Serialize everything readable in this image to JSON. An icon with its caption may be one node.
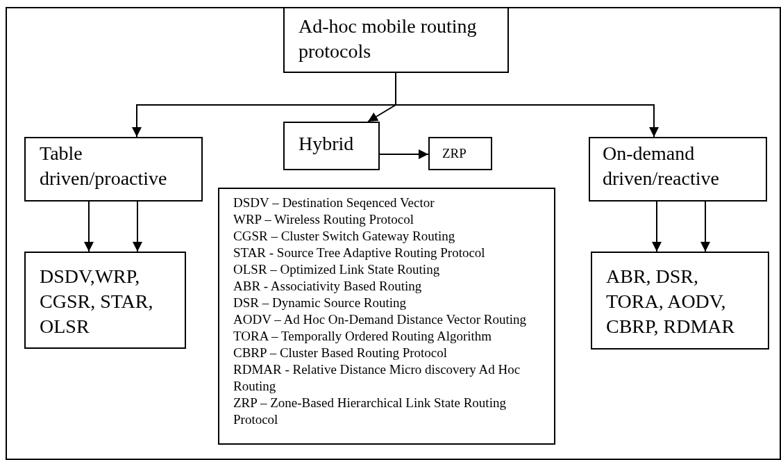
{
  "diagram": {
    "nodes": [
      {
        "text": [
          "Ad-hoc mobile routing protocols"
        ]
      },
      {
        "text": [
          "Table driven/proactive"
        ]
      },
      {
        "text": [
          "Hybrid"
        ]
      },
      {
        "text": [
          "ZRP"
        ]
      },
      {
        "text": [
          "On-demand driven/reactive"
        ]
      },
      {
        "text": [
          "DSDV,WRP, CGSR, STAR, OLSR"
        ]
      },
      {
        "text": [
          "ABR, DSR, TORA, AODV, CBRP, RDMAR"
        ]
      },
      {
        "text": [
          "DSDV – Destination Seqenced Vector",
          "WRP – Wireless Routing Protocol",
          "CGSR – Cluster Switch Gateway Routing",
          "STAR - Source Tree Adaptive Routing Protocol",
          "OLSR – Optimized Link State Routing",
          "ABR - Associativity Based Routing",
          "DSR – Dynamic Source Routing",
          "AODV – Ad Hoc On-Demand Distance Vector Routing",
          "TORA – Temporally Ordered Routing Algorithm",
          "CBRP – Cluster Based Routing Protocol",
          "RDMAR - Relative Distance Micro discovery Ad Hoc Routing",
          "ZRP – Zone-Based Hierarchical Link State Routing Protocol"
        ]
      }
    ],
    "edges": [
      {
        "from": 0,
        "to": 1,
        "arrow": "to"
      },
      {
        "from": 0,
        "to": 2,
        "arrow": "to"
      },
      {
        "from": 0,
        "to": 4,
        "arrow": "to"
      },
      {
        "from": 2,
        "to": 3,
        "arrow": "to"
      },
      {
        "from": 1,
        "to": 5,
        "arrow": "to"
      },
      {
        "from": 1,
        "to": 5,
        "arrow": "to"
      },
      {
        "from": 4,
        "to": 6,
        "arrow": "to"
      },
      {
        "from": 4,
        "to": 6,
        "arrow": "to"
      }
    ]
  }
}
